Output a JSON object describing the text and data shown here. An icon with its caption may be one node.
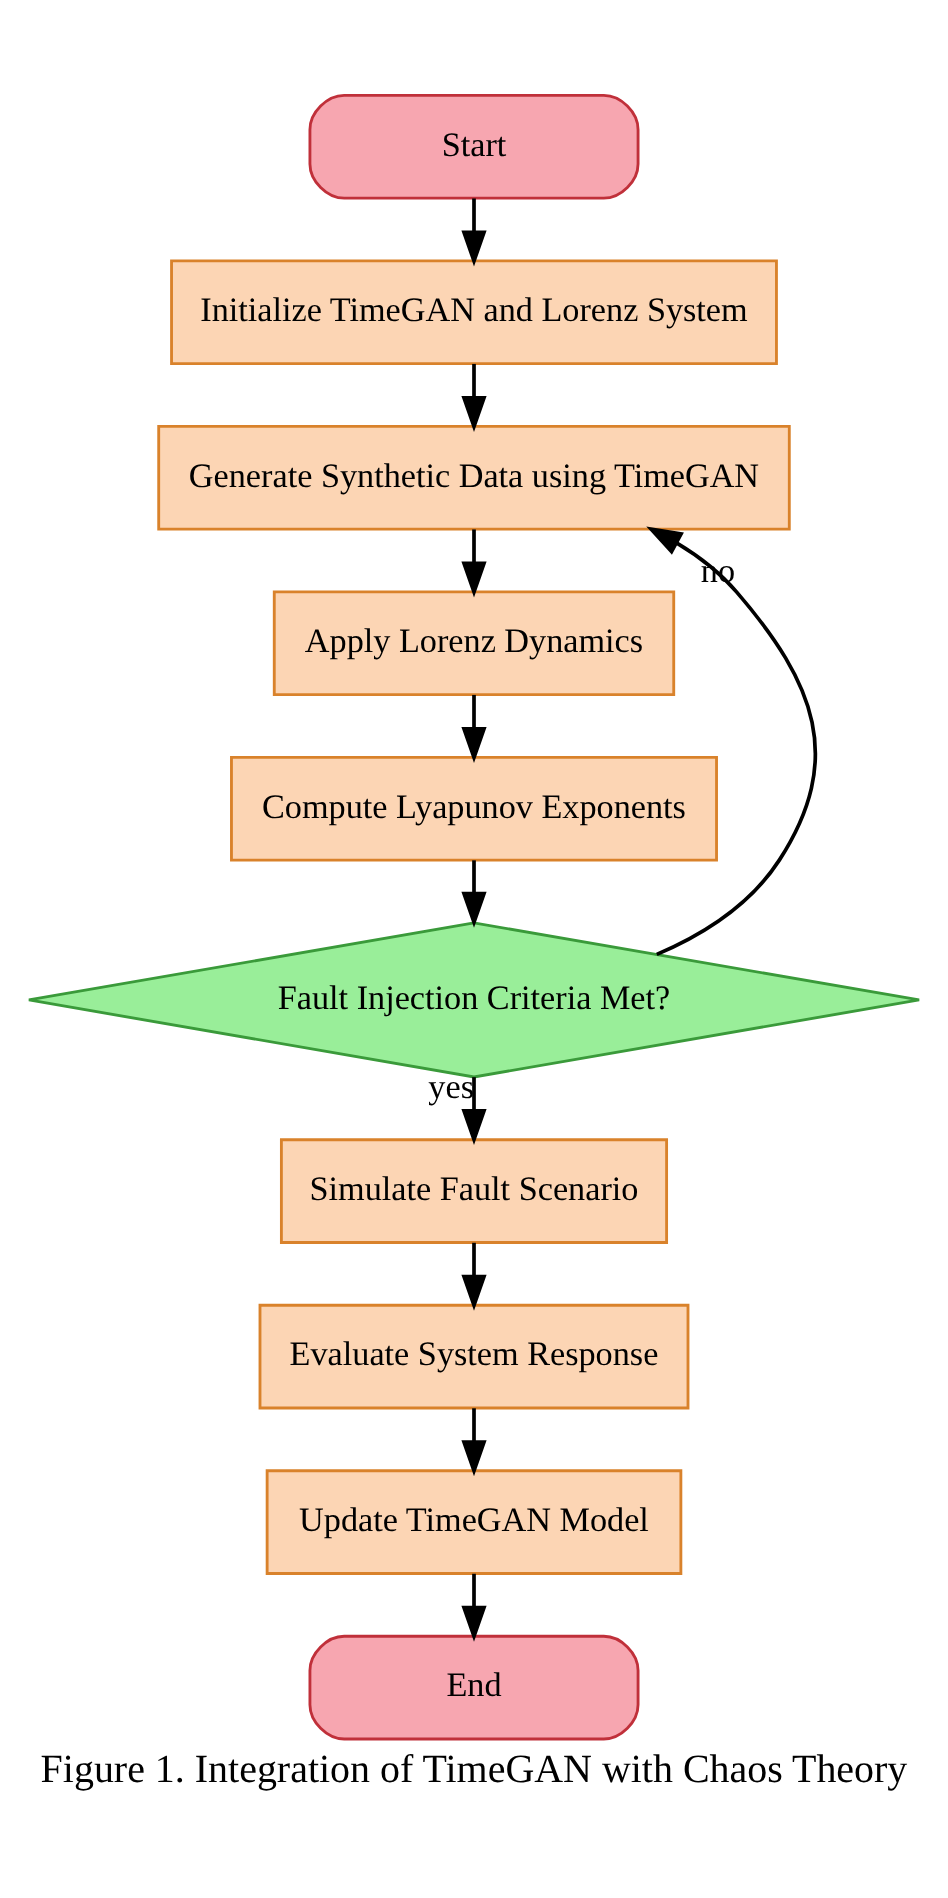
{
  "diagram": {
    "caption": "Figure 1. Integration of TimeGAN with Chaos Theory",
    "nodes": [
      {
        "text": [
          "Start"
        ]
      },
      {
        "text": [
          "Initialize TimeGAN and Lorenz System"
        ]
      },
      {
        "text": [
          "Generate Synthetic Data using TimeGAN"
        ]
      },
      {
        "text": [
          "Apply Lorenz Dynamics"
        ]
      },
      {
        "text": [
          "Compute Lyapunov Exponents"
        ]
      },
      {
        "text": [
          "Fault Injection Criteria Met?"
        ]
      },
      {
        "text": [
          "Simulate Fault Scenario"
        ]
      },
      {
        "text": [
          "Evaluate System Response"
        ]
      },
      {
        "text": [
          "Update TimeGAN Model"
        ]
      },
      {
        "text": [
          "End"
        ]
      }
    ],
    "edges": [
      {
        "from": 0,
        "to": 1,
        "arrow": "to"
      },
      {
        "from": 1,
        "to": 2,
        "arrow": "to"
      },
      {
        "from": 2,
        "to": 3,
        "arrow": "to"
      },
      {
        "from": 3,
        "to": 4,
        "arrow": "to"
      },
      {
        "from": 4,
        "to": 5,
        "arrow": "to"
      },
      {
        "from": 5,
        "to": 2,
        "arrow": "to",
        "label": "no"
      },
      {
        "from": 5,
        "to": 6,
        "arrow": "to",
        "label": "yes"
      },
      {
        "from": 6,
        "to": 7,
        "arrow": "to"
      },
      {
        "from": 7,
        "to": 8,
        "arrow": "to"
      },
      {
        "from": 8,
        "to": 9,
        "arrow": "to"
      }
    ]
  }
}
